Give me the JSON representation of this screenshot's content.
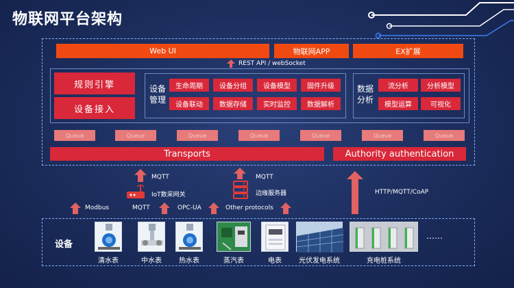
{
  "title": "物联网平台架构",
  "top_bars": [
    "Web UI",
    "物联网APP",
    "EX扩展"
  ],
  "rest_label": "REST API / webSocket",
  "left_blocks": [
    "规则引擎",
    "设备接入"
  ],
  "device_mgmt": {
    "label": "设备\n管理",
    "items": [
      "生命周期",
      "设备分组",
      "设备模型",
      "固件升级",
      "设备联动",
      "数据存储",
      "实时监控",
      "数据解析"
    ]
  },
  "data_analysis": {
    "label": "数据\n分析",
    "items": [
      "流分析",
      "分析模型",
      "模型运算",
      "可视化"
    ]
  },
  "queue_label": "Queue",
  "transports": "Transports",
  "authority": "Authority authentication",
  "protocols": {
    "mqtt_gateway": "MQTT",
    "gateway": "IoT数采网关",
    "mqtt_edge": "MQTT",
    "edge": "边缘服务器",
    "modbus": "Modbus",
    "mqtt2": "MQTT",
    "opcua": "OPC-UA",
    "other": "Other protocols",
    "http": "HTTP/MQTT/CoAP"
  },
  "devices_label": "设备",
  "devices": [
    "清水表",
    "中水表",
    "热水表",
    "蒸汽表",
    "电表",
    "光伏发电系统",
    "充电桩系统"
  ],
  "ellipsis": "……",
  "colors": {
    "red": "#d8283a",
    "orange": "#f04a12",
    "queue": "#e77a7a",
    "arrow": "#e06262",
    "dash": "#7fb3ff"
  }
}
